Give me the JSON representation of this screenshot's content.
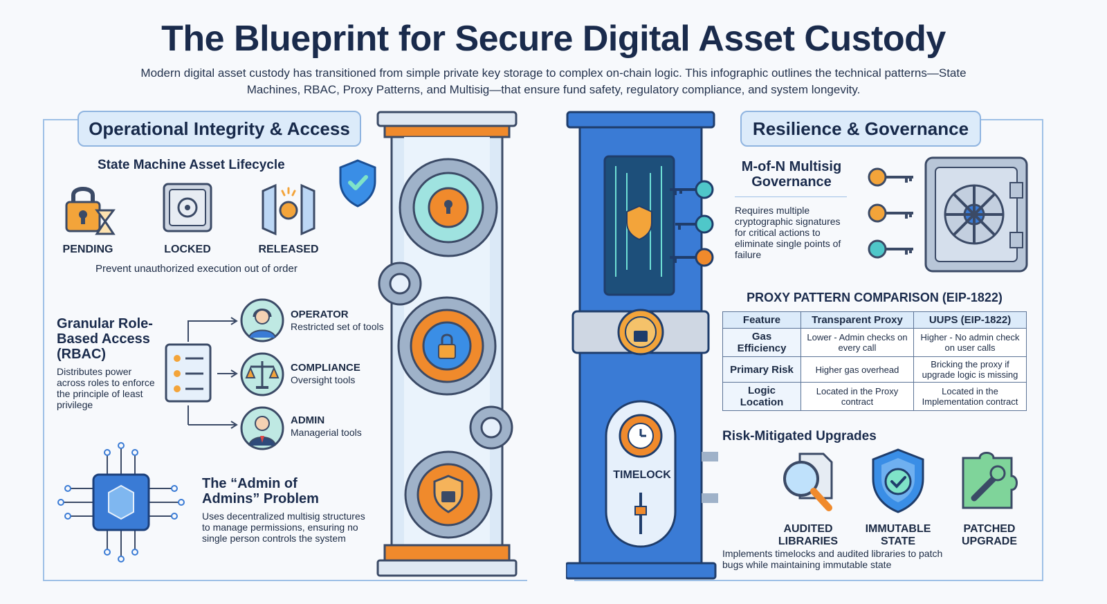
{
  "header": {
    "title": "The Blueprint for Secure Digital Asset Custody",
    "subtitle": "Modern digital asset custody has transitioned from simple private key storage to complex on-chain logic. This infographic outlines the technical patterns—State Machines, RBAC, Proxy Patterns, and Multisig—that ensure fund safety, regulatory compliance, and system longevity."
  },
  "left": {
    "section_title": "Operational Integrity & Access",
    "state_machine": {
      "title": "State Machine Asset Lifecycle",
      "states": [
        "PENDING",
        "LOCKED",
        "RELEASED"
      ],
      "caption": "Prevent unauthorized execution out of order"
    },
    "rbac": {
      "title": "Granular Role-Based Access (RBAC)",
      "description": "Distributes power across roles to enforce the principle of least privilege",
      "roles": [
        {
          "name": "OPERATOR",
          "desc": "Restricted set of tools"
        },
        {
          "name": "COMPLIANCE",
          "desc": "Oversight tools"
        },
        {
          "name": "ADMIN",
          "desc": "Managerial tools"
        }
      ]
    },
    "admin_problem": {
      "title": "The “Admin of Admins” Problem",
      "description": "Uses decentralized multisig structures to manage permissions, ensuring no single person controls the system"
    }
  },
  "center": {
    "timelock_label": "TIMELOCK"
  },
  "right": {
    "section_title": "Resilience & Governance",
    "multisig": {
      "title": "M-of-N Multisig Governance",
      "description": "Requires multiple cryptographic signatures for critical actions to eliminate single points of failure"
    },
    "proxy": {
      "title": "PROXY PATTERN COMPARISON (EIP-1822)",
      "headers": [
        "Feature",
        "Transparent Proxy",
        "UUPS (EIP-1822)"
      ],
      "rows": [
        [
          "Gas Efficiency",
          "Lower - Admin checks on every call",
          "Higher - No admin check on user calls"
        ],
        [
          "Primary Risk",
          "Higher gas overhead",
          "Bricking the proxy if upgrade logic is missing"
        ],
        [
          "Logic Location",
          "Located in the Proxy contract",
          "Located in the Implementation contract"
        ]
      ]
    },
    "upgrades": {
      "title": "Risk-Mitigated Upgrades",
      "items": [
        "AUDITED LIBRARIES",
        "IMMUTABLE STATE",
        "PATCHED UPGRADE"
      ],
      "caption": "Implements timelocks and audited libraries to patch bugs while maintaining immutable state"
    }
  },
  "colors": {
    "navy": "#1a2b4c",
    "light_blue": "#dcebfa",
    "accent_orange": "#f08a2c",
    "accent_teal": "#4fc7c9",
    "pillar_blue": "#3a7bd5"
  }
}
